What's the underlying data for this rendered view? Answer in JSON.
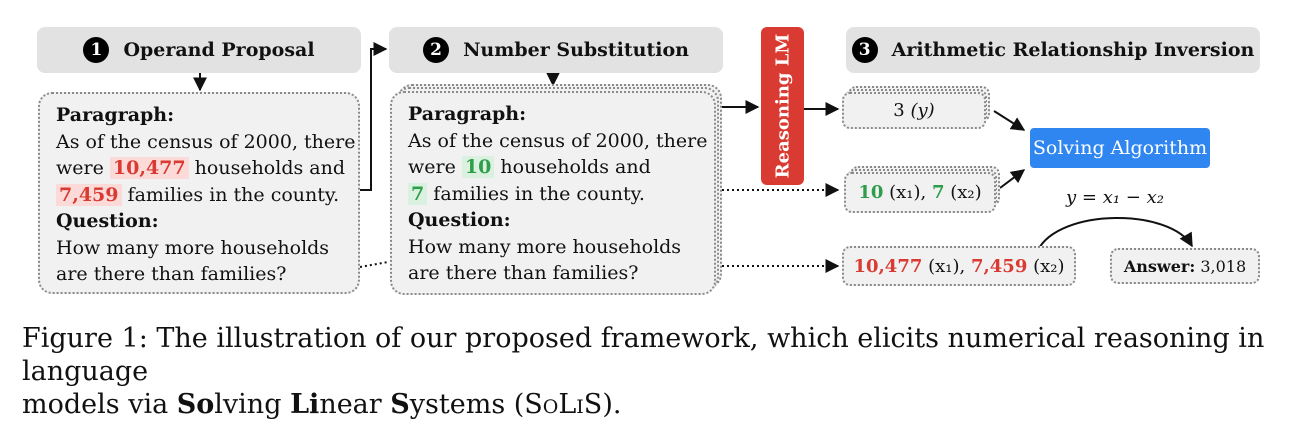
{
  "stages": [
    {
      "number": "1",
      "title": "Operand Proposal"
    },
    {
      "number": "2",
      "title": "Number Substitution"
    },
    {
      "number": "3",
      "title": "Arithmetic Relationship Inversion"
    }
  ],
  "panel_left": {
    "paragraph_label": "Paragraph:",
    "line1": "As of the census of 2000, there",
    "line2_pre": "were",
    "num1": "10,477",
    "line2_post": "households and",
    "num2": "7,459",
    "line3_post": "families in the county.",
    "question_label": "Question:",
    "q_line1": "How many more households",
    "q_line2": "are there than families?"
  },
  "panel_mid": {
    "paragraph_label": "Paragraph:",
    "line1": "As of the census of 2000, there",
    "line2_pre": "were",
    "num1": "10",
    "line2_post": "households and",
    "num2": "7",
    "line3_post": "families in the county.",
    "question_label": "Question:",
    "q_line1": "How many more households",
    "q_line2": "are there than families?"
  },
  "reasoning_lm": "Reasoning LM",
  "y_box": {
    "num": "3",
    "var": "(y)"
  },
  "x_small_box": {
    "n1": "10",
    "v1": "(x₁),",
    "n2": "7",
    "v2": "(x₂)"
  },
  "x_orig_box": {
    "n1": "10,477",
    "v1": "(x₁),",
    "n2": "7,459",
    "v2": "(x₂)"
  },
  "solving_algorithm": "Solving Algorithm",
  "equation": "y = x₁ − x₂",
  "answer": {
    "label": "Answer:",
    "value": "3,018"
  },
  "caption": {
    "line1": "Figure 1: The illustration of our proposed framework, which elicits numerical reasoning in language",
    "l2_a": "models via ",
    "l2_b": "So",
    "l2_c": "lving ",
    "l2_d": "Li",
    "l2_e": "near ",
    "l2_f": "S",
    "l2_g": "ystems (",
    "l2_h": "SoLiS",
    "l2_i": ")."
  },
  "colors": {
    "red": "#d93a32",
    "green": "#2e9e4b",
    "blue": "#2f86f0",
    "gray": "#e2e2e2"
  }
}
